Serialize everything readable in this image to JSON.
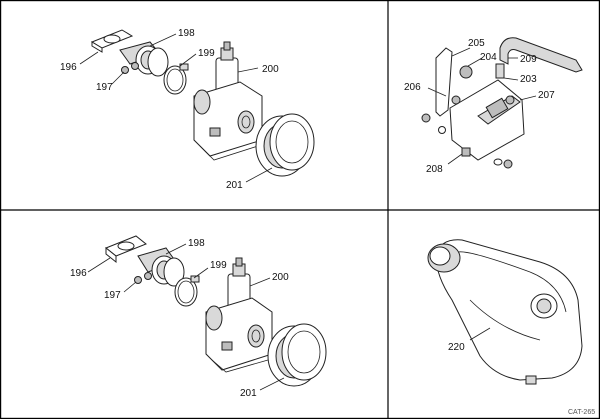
{
  "panels": [
    {
      "id": "top-left",
      "labels": [
        "196",
        "198",
        "199",
        "200",
        "197",
        "201"
      ]
    },
    {
      "id": "top-right",
      "labels": [
        "205",
        "204",
        "209",
        "206",
        "203",
        "207",
        "208"
      ]
    },
    {
      "id": "bottom-left",
      "labels": [
        "196",
        "198",
        "199",
        "200",
        "197",
        "201"
      ]
    },
    {
      "id": "bottom-right",
      "labels": [
        "220"
      ]
    }
  ],
  "catalog_code": "CAT-265"
}
